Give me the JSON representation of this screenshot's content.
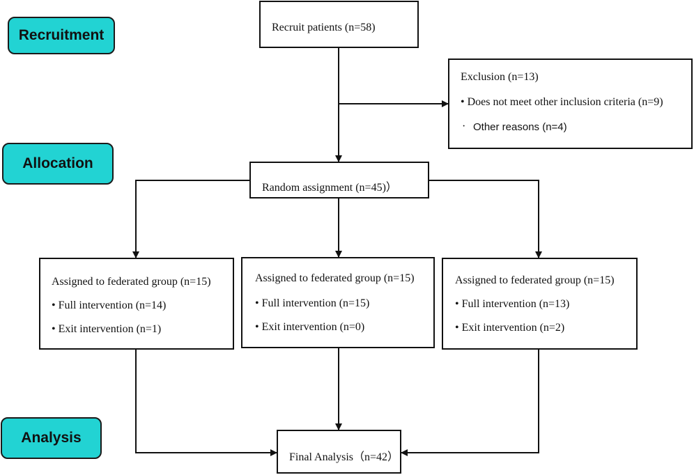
{
  "stages": {
    "recruitment": "Recruitment",
    "allocation": "Allocation",
    "analysis": "Analysis"
  },
  "recruit": "Recruit patients (n=58)",
  "exclusion": {
    "title": "Exclusion (n=13)",
    "item1": "• Does not meet other inclusion criteria (n=9)",
    "item2_bullet": "·",
    "item2": "Other reasons (n=4)"
  },
  "random": "Random assignment (n=45)）",
  "groups": [
    {
      "title": "Assigned to federated group (n=15)",
      "full": "• Full intervention (n=14)",
      "exit": "• Exit intervention (n=1)"
    },
    {
      "title": "Assigned to federated group (n=15)",
      "full": "• Full intervention (n=15)",
      "exit": "• Exit intervention (n=0)"
    },
    {
      "title": "Assigned to federated group (n=15)",
      "full": "• Full intervention (n=13)",
      "exit": "• Exit intervention (n=2)"
    }
  ],
  "final": "Final Analysis（n=42）",
  "colors": {
    "stage_fill": "#22d3d3",
    "line": "#111111"
  }
}
